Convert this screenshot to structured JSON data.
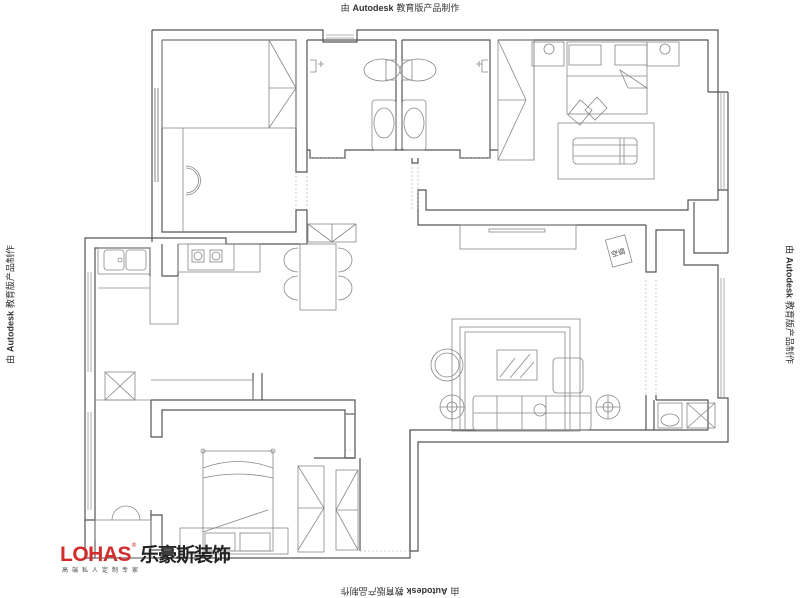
{
  "watermark": {
    "prefix": "由",
    "brand": "Autodesk",
    "suffix": "教育版产品制作"
  },
  "logo": {
    "brand": "LOHAS",
    "registered": "®",
    "chinese_name": "乐豪斯装饰",
    "slogan": "高端私人定制专家",
    "brand_color": "#d12d2d"
  },
  "floor_plan": {
    "line_color": "#555555",
    "furniture_color": "#888888",
    "rooms": [
      {
        "name": "bedroom-top-left",
        "furniture": [
          "wardrobe",
          "desk",
          "chair"
        ]
      },
      {
        "name": "bathroom-left",
        "furniture": [
          "toilet",
          "bathtub",
          "shower"
        ]
      },
      {
        "name": "bathroom-right",
        "furniture": [
          "toilet",
          "bathtub",
          "shower"
        ]
      },
      {
        "name": "master-bedroom",
        "furniture": [
          "double-bed",
          "nightstand",
          "nightstand",
          "wardrobe",
          "rug",
          "bench"
        ]
      },
      {
        "name": "kitchen",
        "furniture": [
          "double-sink",
          "gas-stove",
          "counter"
        ]
      },
      {
        "name": "dining",
        "furniture": [
          "dining-table",
          "chair",
          "chair",
          "chair",
          "chair"
        ]
      },
      {
        "name": "living-room",
        "furniture": [
          "tv-cabinet",
          "sofa",
          "coffee-table",
          "armchair",
          "round-table",
          "side-lamp",
          "side-lamp",
          "rug",
          "air-conditioner"
        ]
      },
      {
        "name": "balcony",
        "furniture": [
          "washbasin",
          "washing-machine"
        ]
      },
      {
        "name": "laundry",
        "furniture": [
          "washing-machine"
        ]
      },
      {
        "name": "bedroom-bottom",
        "furniture": [
          "double-bed",
          "wardrobe",
          "wardrobe",
          "desk",
          "chair",
          "tv-cabinet"
        ]
      }
    ],
    "labels": {
      "air_conditioner": "空调"
    }
  }
}
